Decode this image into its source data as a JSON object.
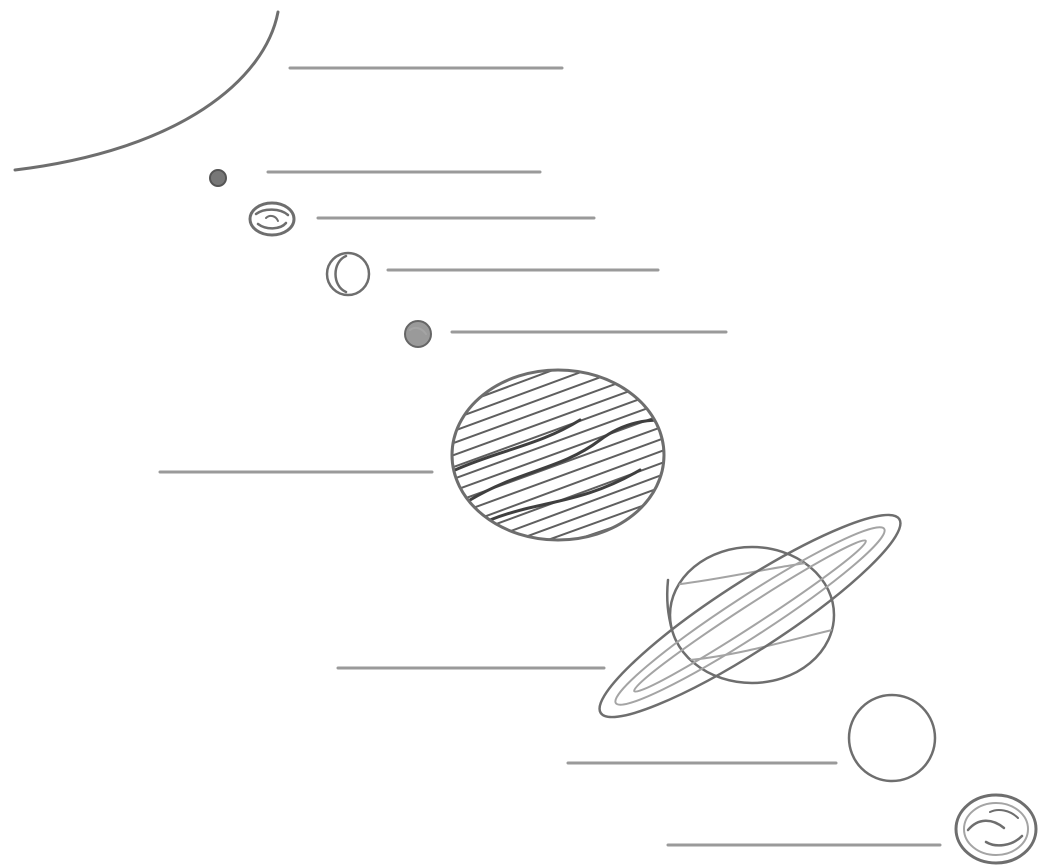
{
  "diagram": {
    "bodies": [
      {
        "id": "sun",
        "icon": "sun-arc-icon"
      },
      {
        "id": "planet-1",
        "icon": "small-planet-icon"
      },
      {
        "id": "planet-2",
        "icon": "swirled-planet-icon"
      },
      {
        "id": "planet-3",
        "icon": "crescent-planet-icon"
      },
      {
        "id": "planet-4",
        "icon": "small-planet-icon"
      },
      {
        "id": "planet-5",
        "icon": "banded-gas-giant-icon"
      },
      {
        "id": "planet-6",
        "icon": "ringed-planet-icon"
      },
      {
        "id": "planet-7",
        "icon": "plain-planet-icon"
      },
      {
        "id": "planet-8",
        "icon": "swirled-planet-icon"
      }
    ],
    "answer_lines": [
      {
        "for": "sun",
        "text": ""
      },
      {
        "for": "planet-1",
        "text": ""
      },
      {
        "for": "planet-2",
        "text": ""
      },
      {
        "for": "planet-3",
        "text": ""
      },
      {
        "for": "planet-4",
        "text": ""
      },
      {
        "for": "planet-5",
        "text": ""
      },
      {
        "for": "planet-6",
        "text": ""
      },
      {
        "for": "planet-7",
        "text": ""
      },
      {
        "for": "planet-8",
        "text": ""
      }
    ],
    "colors": {
      "line": "#9a9a9a",
      "pencil": "#6e6e6e",
      "background": "#ffffff"
    }
  }
}
